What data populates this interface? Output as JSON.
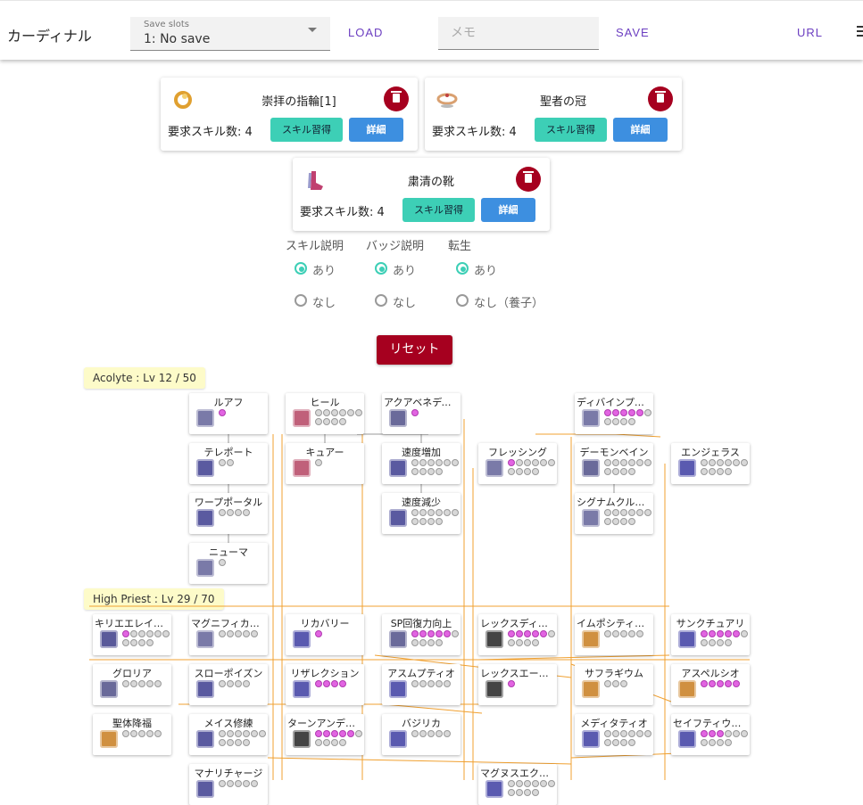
{
  "header": {
    "title": "カーディナル",
    "save_slots_label": "Save slots",
    "save_slots_value": "1: No save",
    "load_label": "LOAD",
    "memo_placeholder": "メモ",
    "save_label": "SAVE",
    "url_label": "URL"
  },
  "equipment": [
    {
      "name": "崇拝の指輪[1]",
      "requirement": "要求スキル数: 4",
      "learn_label": "スキル習得",
      "detail_label": "詳細",
      "icon": "ring-icon",
      "color": "#e0a030"
    },
    {
      "name": "聖者の冠",
      "requirement": "要求スキル数: 4",
      "learn_label": "スキル習得",
      "detail_label": "詳細",
      "icon": "crown-icon",
      "color": "#d9a070"
    },
    {
      "name": "粛清の靴",
      "requirement": "要求スキル数: 4",
      "learn_label": "スキル習得",
      "detail_label": "詳細",
      "icon": "boots-icon",
      "color": "#c04070"
    }
  ],
  "options": {
    "skill_desc": {
      "label": "スキル説明",
      "on": "あり",
      "off": "なし",
      "selected": "on"
    },
    "badge_desc": {
      "label": "バッジ説明",
      "on": "あり",
      "off": "なし",
      "selected": "on"
    },
    "rebirth": {
      "label": "転生",
      "on": "あり",
      "off": "なし（養子）",
      "selected": "on"
    }
  },
  "reset_label": "リセット",
  "jobs": [
    {
      "label": "Acolyte : Lv 12 / 50"
    },
    {
      "label": "High Priest : Lv 29 / 70"
    }
  ],
  "skills": [
    {
      "name": "ルアフ",
      "max": 1,
      "lv": 1,
      "icon": "ruwach-icon",
      "color": "#7a7aa8"
    },
    {
      "name": "ヒール",
      "max": 10,
      "lv": 0,
      "icon": "heal-icon",
      "color": "#c0607a"
    },
    {
      "name": "アクアベネディクタ",
      "max": 1,
      "lv": 1,
      "icon": "aqua-benedicta-icon",
      "color": "#6a6a9a"
    },
    {
      "name": "ディバインプロテクション",
      "max": 10,
      "lv": 5,
      "icon": "divine-protection-icon",
      "color": "#7a7aa8"
    },
    {
      "name": "テレポート",
      "max": 2,
      "lv": 0,
      "icon": "teleport-icon",
      "color": "#5a5aa0"
    },
    {
      "name": "キュアー",
      "max": 1,
      "lv": 0,
      "icon": "cure-icon",
      "color": "#c0607a"
    },
    {
      "name": "速度増加",
      "max": 10,
      "lv": 0,
      "icon": "increase-agi-icon",
      "color": "#5a5aa0"
    },
    {
      "name": "フレッシング",
      "max": 10,
      "lv": 1,
      "icon": "blessing-icon",
      "color": "#7a7aa8"
    },
    {
      "name": "デーモンベイン",
      "max": 10,
      "lv": 0,
      "icon": "demon-bane-icon",
      "color": "#6a6a9a"
    },
    {
      "name": "エンジェラス",
      "max": 10,
      "lv": 0,
      "icon": "angelus-icon",
      "color": "#5a5ab0"
    },
    {
      "name": "ワープポータル",
      "max": 4,
      "lv": 0,
      "icon": "warp-portal-icon",
      "color": "#5a5aa0"
    },
    {
      "name": "速度減少",
      "max": 10,
      "lv": 0,
      "icon": "decrease-agi-icon",
      "color": "#5a5aa0"
    },
    {
      "name": "シグナムクルシス",
      "max": 10,
      "lv": 0,
      "icon": "signum-crucis-icon",
      "color": "#7a7aa8"
    },
    {
      "name": "ニューマ",
      "max": 1,
      "lv": 0,
      "icon": "pneuma-icon",
      "color": "#7a7aa8"
    },
    {
      "name": "キリエエレイソン",
      "max": 10,
      "lv": 1,
      "icon": "kyrie-eleison-icon",
      "color": "#5a5a9a"
    },
    {
      "name": "マグニフィカート",
      "max": 5,
      "lv": 0,
      "icon": "magnificat-icon",
      "color": "#7a7aa8"
    },
    {
      "name": "リカバリー",
      "max": 1,
      "lv": 1,
      "icon": "recovery-icon",
      "color": "#5a5ab0"
    },
    {
      "name": "SP回復力向上",
      "max": 10,
      "lv": 5,
      "icon": "sp-recovery-icon",
      "color": "#6a6a9a"
    },
    {
      "name": "レックスディビーナ",
      "max": 10,
      "lv": 5,
      "icon": "lex-divina-icon",
      "color": "#444444"
    },
    {
      "name": "イムポシティオマヌス",
      "max": 5,
      "lv": 0,
      "icon": "impositio-manus-icon",
      "color": "#d09040"
    },
    {
      "name": "サンクチュアリ",
      "max": 10,
      "lv": 5,
      "icon": "sanctuary-icon",
      "color": "#5a5ab0"
    },
    {
      "name": "グロリア",
      "max": 5,
      "lv": 0,
      "icon": "gloria-icon",
      "color": "#6a6a9a"
    },
    {
      "name": "スローポイズン",
      "max": 4,
      "lv": 0,
      "icon": "slow-poison-icon",
      "color": "#5a5aa0"
    },
    {
      "name": "リザレクション",
      "max": 4,
      "lv": 4,
      "icon": "resurrection-icon",
      "color": "#5a5ab0"
    },
    {
      "name": "アスムプティオ",
      "max": 5,
      "lv": 0,
      "icon": "assumptio-icon",
      "color": "#5a5ab0"
    },
    {
      "name": "レックスエーテルナ",
      "max": 1,
      "lv": 1,
      "icon": "lex-aeterna-icon",
      "color": "#444444"
    },
    {
      "name": "サフラギウム",
      "max": 3,
      "lv": 0,
      "icon": "suffragium-icon",
      "color": "#d09040"
    },
    {
      "name": "アスペルシオ",
      "max": 5,
      "lv": 5,
      "icon": "aspersio-icon",
      "color": "#d09040"
    },
    {
      "name": "聖体降福",
      "max": 5,
      "lv": 0,
      "icon": "b-s-sacramenti-icon",
      "color": "#d09040"
    },
    {
      "name": "メイス修練",
      "max": 10,
      "lv": 0,
      "icon": "mace-mastery-icon",
      "color": "#5a5aa0"
    },
    {
      "name": "ターンアンデッド",
      "max": 10,
      "lv": 5,
      "icon": "turn-undead-icon",
      "color": "#444444"
    },
    {
      "name": "バジリカ",
      "max": 5,
      "lv": 0,
      "icon": "basilica-icon",
      "color": "#5a5ab0"
    },
    {
      "name": "メディタティオ",
      "max": 10,
      "lv": 0,
      "icon": "meditatio-icon",
      "color": "#5a5ab0"
    },
    {
      "name": "セイフティウォール",
      "max": 10,
      "lv": 3,
      "icon": "safety-wall-icon",
      "color": "#5a5ab0"
    },
    {
      "name": "マナリチャージ",
      "max": 5,
      "lv": 0,
      "icon": "mana-recharge-icon",
      "color": "#5a5aa0"
    },
    {
      "name": "マグヌスエクソシズム",
      "max": 10,
      "lv": 0,
      "icon": "magnus-exorcismus-icon",
      "color": "#5a5ab0"
    }
  ],
  "colors": {
    "accent": "#3dcfb6",
    "danger": "#a6001f",
    "link": "#6c3fc1",
    "detail": "#3d8fe0",
    "lines": "#f0a030",
    "skill_on": "#e264e2"
  }
}
